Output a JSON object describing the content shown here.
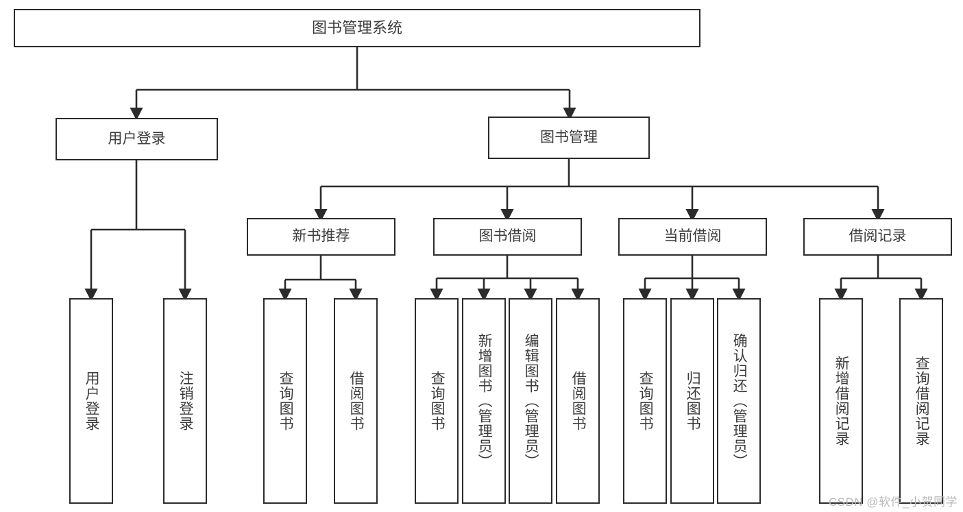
{
  "diagram": {
    "title": "图书管理系统",
    "type": "tree-hierarchy-chart",
    "watermark": "CSDN @软件_小贺同学",
    "colors": {
      "node_border": "#2b2b2b",
      "node_fill": "#ffffff",
      "text": "#3b3b3b",
      "edge": "#2b2b2b",
      "watermark": "#b9b9b9",
      "background": "#ffffff"
    },
    "root": {
      "label": "图书管理系统"
    },
    "level2": [
      {
        "label": "用户登录"
      },
      {
        "label": "图书管理"
      }
    ],
    "level3": [
      {
        "label": "新书推荐"
      },
      {
        "label": "图书借阅"
      },
      {
        "label": "当前借阅"
      },
      {
        "label": "借阅记录"
      }
    ],
    "leaves": {
      "user_login": [
        {
          "label": "用户登录"
        },
        {
          "label": "注销登录"
        }
      ],
      "new_book_recommend": [
        {
          "label": "查询图书"
        },
        {
          "label": "借阅图书"
        }
      ],
      "book_borrow": [
        {
          "label": "查询图书"
        },
        {
          "label": "新增图书（管理员）"
        },
        {
          "label": "编辑图书（管理员）"
        },
        {
          "label": "借阅图书"
        }
      ],
      "current_borrow": [
        {
          "label": "查询图书"
        },
        {
          "label": "归还图书"
        },
        {
          "label": "确认归还（管理员）"
        }
      ],
      "borrow_record": [
        {
          "label": "新增借阅记录"
        },
        {
          "label": "查询借阅记录"
        }
      ]
    }
  }
}
